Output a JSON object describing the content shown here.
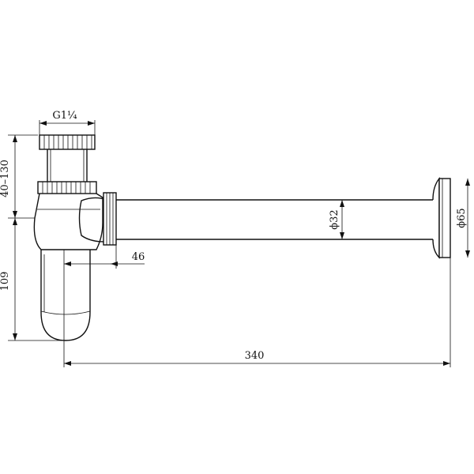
{
  "dimensions": {
    "top_thread": "G1¼",
    "height_adjust": "40–130",
    "trap_depth": "109",
    "inlet_offset": "46",
    "pipe_diameter": "ϕ32",
    "flange_diameter": "ϕ65",
    "total_length": "340"
  }
}
